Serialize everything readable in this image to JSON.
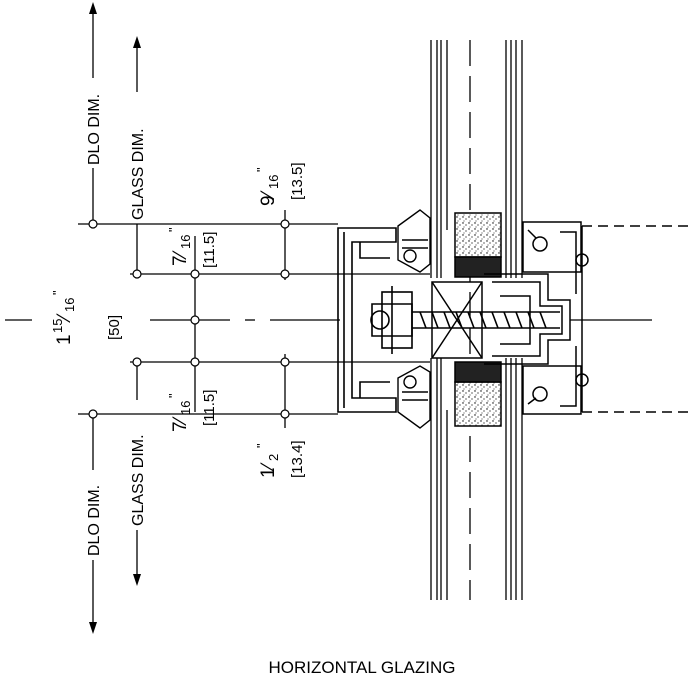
{
  "caption": "HORIZONTAL GLAZING",
  "labels": {
    "dlo_top": "DLO DIM.",
    "dlo_bottom": "DLO DIM.",
    "glass_top": "GLASS DIM.",
    "glass_bottom": "GLASS DIM."
  },
  "dimensions": {
    "center": {
      "whole": "1",
      "num": "15",
      "den": "16",
      "unit": "\"",
      "mm": "[50]"
    },
    "top_inner": {
      "num": "7",
      "den": "16",
      "unit": "\"",
      "mm": "[11.5]"
    },
    "top_outer": {
      "num": "9",
      "den": "16",
      "unit": "\"",
      "mm": "[13.5]"
    },
    "bottom_inner": {
      "num": "7",
      "den": "16",
      "unit": "\"",
      "mm": "[11.5]"
    },
    "bottom_outer": {
      "num": "1",
      "den": "2",
      "unit": "\"",
      "mm": "[13.4]"
    }
  },
  "colors": {
    "ink": "#000000",
    "background": "#ffffff"
  }
}
